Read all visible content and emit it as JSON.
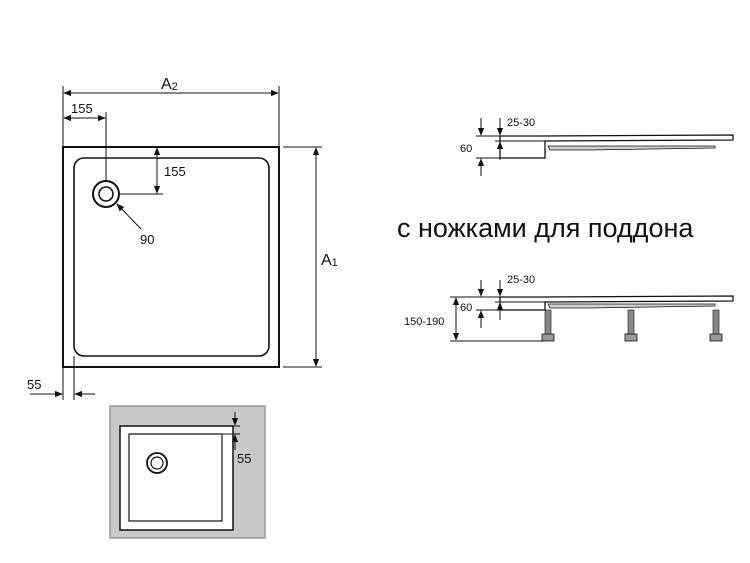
{
  "plan": {
    "width_label_main": "A",
    "width_label_sub": "2",
    "height_label_main": "A",
    "height_label_sub": "1",
    "drain_offset_x": "155",
    "drain_offset_y": "155",
    "drain_diameter": "90",
    "rim_width": "55"
  },
  "inset": {
    "rim_width": "55"
  },
  "profile_top": {
    "rim_height": "25-30",
    "tray_height": "60"
  },
  "caption": "с ножками для поддона",
  "profile_legs": {
    "rim_height": "25-30",
    "tray_height": "60",
    "total_height": "150-190"
  }
}
